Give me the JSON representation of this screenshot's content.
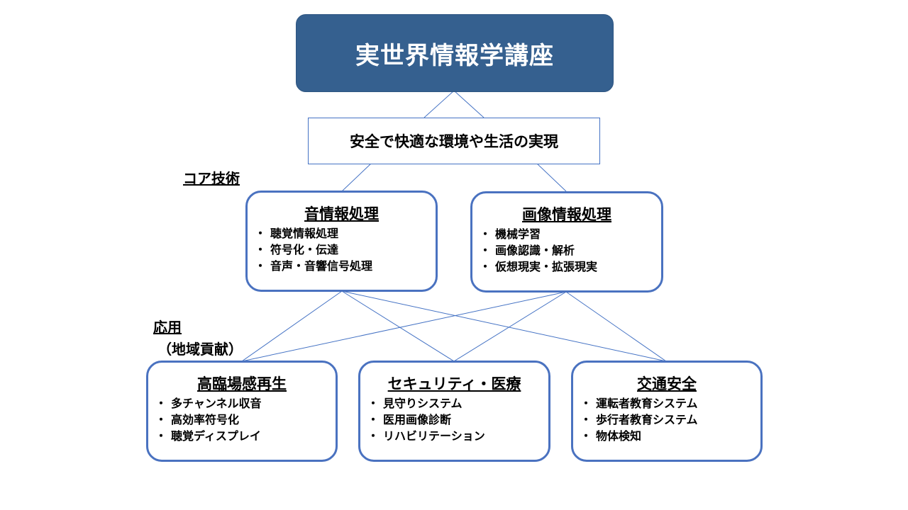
{
  "root": {
    "title": "実世界情報学講座"
  },
  "goal": {
    "text": "安全で快適な環境や生活の実現"
  },
  "labels": {
    "core": "コア技術",
    "application": "応用",
    "application_sub": "（地域貢献）"
  },
  "core_boxes": [
    {
      "title": "音情報処理",
      "items": [
        "聴覚情報処理",
        "符号化・伝達",
        "音声・音響信号処理"
      ]
    },
    {
      "title": "画像情報処理",
      "items": [
        "機械学習",
        "画像認識・解析",
        "仮想現実・拡張現実"
      ]
    }
  ],
  "app_boxes": [
    {
      "title": "高臨場感再生",
      "items": [
        "多チャンネル収音",
        "高効率符号化",
        "聴覚ディスプレイ"
      ]
    },
    {
      "title": "セキュリティ・医療",
      "items": [
        "見守りシステム",
        "医用画像診断",
        "リハビリテーション"
      ]
    },
    {
      "title": "交通安全",
      "items": [
        "運転者教育システム",
        "歩行者教育システム",
        "物体検知"
      ]
    }
  ],
  "colors": {
    "root_fill": "#35608f",
    "box_border": "#4a72c0",
    "line": "#4472c4"
  }
}
